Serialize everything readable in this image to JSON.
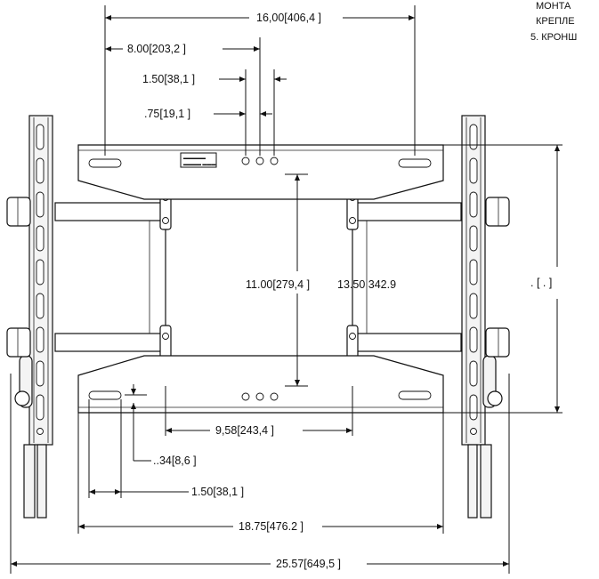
{
  "notes": [
    "МОНТА",
    "КРЕПЛЕ",
    "5. КРОНШ"
  ],
  "dimensions": {
    "top_width": "16,00[406,4 ]",
    "half_width": "8.00[203,2 ]",
    "hole_spacing_150": "1.50[38,1 ]",
    "hole_spacing_075": ".75[19,1 ]",
    "plate_height": "11.00[279,4 ]",
    "plate_height_alt": "13.50 342.9",
    "side_height": ". [ . ]",
    "plate_width": "9,58[243,4 ]",
    "slot_offset": "..34[8,6 ]",
    "slot_length": "1.50[38,1 ]",
    "bracket_width": "18.75[476.2 ]",
    "overall_width": "25.57[649,5 ]"
  },
  "label_plate": [
    "▬▬▬▬▬",
    "▬▬▬▬ ▬▬▬"
  ]
}
